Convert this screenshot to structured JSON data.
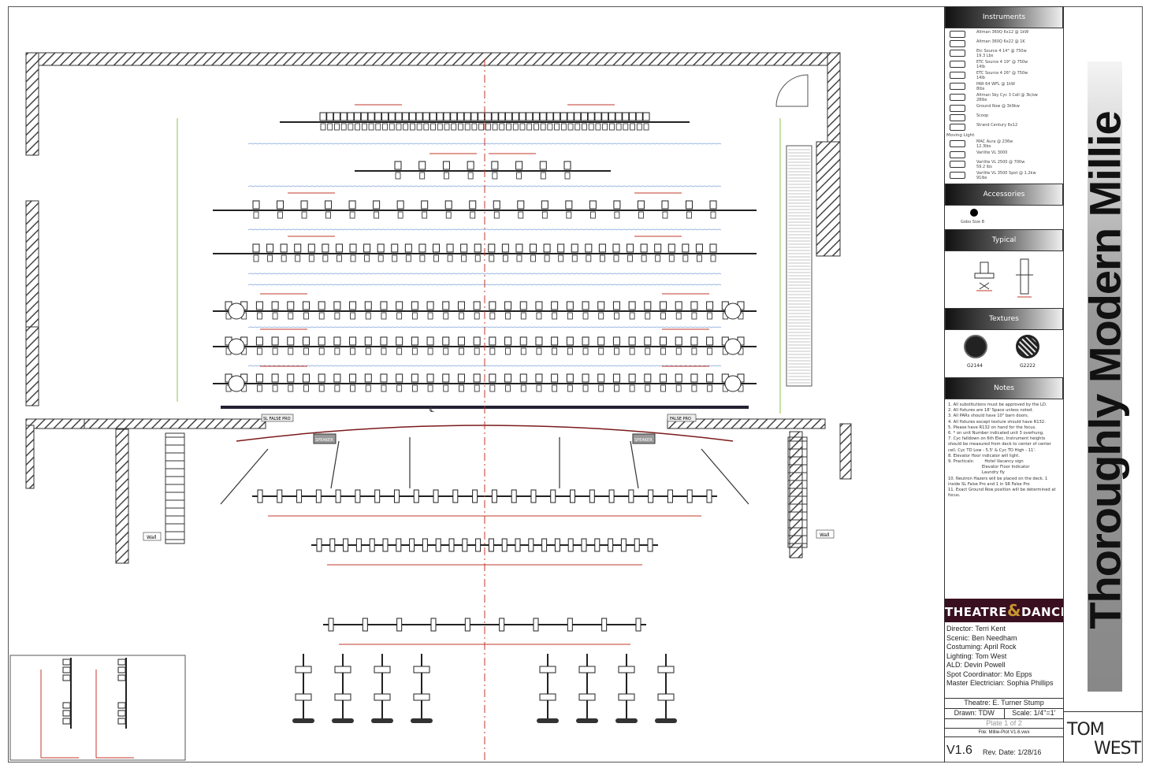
{
  "plan": {
    "labels": {
      "sl_false_pro": "SL FALSE PRO",
      "sr_false_pro": "FALSE PRO",
      "speaker_left": "SPEAKER",
      "speaker_right": "SPEAKER",
      "wall_left": "Wall",
      "wall_right": "Wall",
      "centerline": "℄"
    },
    "colors": {
      "accent": "#c0392b",
      "wall": "#333333",
      "soft_goods": "#7aa0d8",
      "trim": "#8bc34a"
    }
  },
  "legend": {
    "instruments_header": "Instruments",
    "instruments": [
      {
        "icon": "fixture-icon",
        "text": "Altman 360Q 6x12 @ 1kW"
      },
      {
        "icon": "fixture-icon",
        "text": "Altman 360Q 6x22 @ 1K"
      },
      {
        "icon": "fixture-icon",
        "text": "Etc Source 4 14° @ 750w\n19.3 Lbs"
      },
      {
        "icon": "fixture-icon",
        "text": "ETC Source 4 19° @ 750w\n14lb"
      },
      {
        "icon": "fixture-icon",
        "text": "ETC Source 4 26° @ 750w\n14lb"
      },
      {
        "icon": "par-icon",
        "text": "PAR 64 WFL @ 1kW\n8lbs"
      },
      {
        "icon": "cyc-icon",
        "text": "Altman Sky Cyc 3 Cell @ 3k/ow\n28lbs"
      },
      {
        "icon": "groundrow-icon",
        "text": "Ground Row @ 3k9kw"
      },
      {
        "icon": "scoop-icon",
        "text": "Scoop"
      },
      {
        "icon": "fixture-icon",
        "text": "Strand Century 6x12"
      }
    ],
    "moving_header": "Moving Light",
    "moving": [
      {
        "icon": "moving-light-icon",
        "text": "MAC Aura @ 236w\n12.3lbs"
      },
      {
        "icon": "moving-light-icon",
        "text": "Varilite VL 3000"
      },
      {
        "icon": "moving-light-icon",
        "text": "Varilite VL 2500 @ 700w\n59.2 lbs"
      },
      {
        "icon": "moving-light-icon",
        "text": "Varilite VL 3500 Spot @ 1.2kw\n91lbs"
      }
    ],
    "accessories_header": "Accessories",
    "accessory": "Gobo Size B",
    "typical_header": "Typical",
    "textures_header": "Textures",
    "textures": [
      "G2144",
      "G2222"
    ],
    "notes_header": "Notes",
    "notes": [
      "1. All substitutions must be approved by the LD.",
      "2. All fixtures are 18' Space unless noted.",
      "3. All PARs should have 10\" barn doors.",
      "4. All fixtures except texture should have R132.",
      "5. Please have R132 on hand for the focus.",
      "6. * on unit Number indicated unit 3 overhung.",
      "7. Cyc falldown on 6th Elec. Instrument heights should be measured from deck to center of center cell. Cyc TD Low - 5.5' & Cyc TD High - 11'.",
      "8. Elevator floor indicator will light.",
      "9. Practicals:        Hotel Vacancy sign\n                          Elevator Floor Indicator\n                          Laundry fly",
      "10. Neutron Hazers will be placed on the deck. 1 inside SL False Pro and 1 in SR False Pro",
      "11. Exact Ground Row position will be determined at focus."
    ]
  },
  "titleblock": {
    "logo_left": "THEATRE",
    "logo_amp": "&",
    "logo_right": "DANCE",
    "credits": [
      "Director: Terri Kent",
      "Scenic: Ben Needham",
      "Costuming: April Rock",
      "Lighting: Tom West",
      "ALD: Devin Powell",
      "Spot Coordinator: Mo Epps",
      "Master Electrician: Sophia Phillips"
    ],
    "theatre": "Theatre: E. Turner Stump",
    "drawn": "Drawn: TDW",
    "scale": "Scale: 1/4\"=1'",
    "plate": "Plate 1 of 2",
    "file": "File: Millie-Plot V1.6.vwx",
    "version": "V1.6",
    "rev_date": "Rev. Date: 1/28/16",
    "show_title": "Thoroughly Modern Millie",
    "designer_logo_1": "TOM",
    "designer_logo_2": "WEST"
  }
}
